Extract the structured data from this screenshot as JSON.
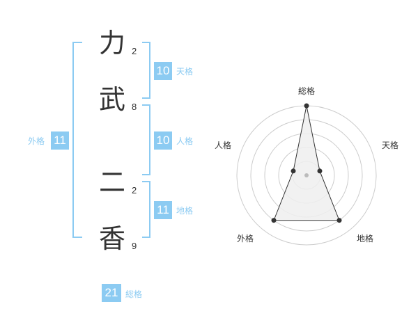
{
  "name": {
    "chars": [
      {
        "char": "力",
        "strokes": "2"
      },
      {
        "char": "武",
        "strokes": "8"
      },
      {
        "char": "二",
        "strokes": "2"
      },
      {
        "char": "香",
        "strokes": "9"
      }
    ]
  },
  "fortune": {
    "tenkaku": {
      "value": "10",
      "label": "天格"
    },
    "jinkaku": {
      "value": "10",
      "label": "人格"
    },
    "chikaku": {
      "value": "11",
      "label": "地格"
    },
    "gaikaku": {
      "value": "11",
      "label": "外格"
    },
    "soukaku": {
      "value": "21",
      "label": "総格"
    }
  },
  "colors": {
    "accent": "#8ccbf2",
    "text": "#333333"
  },
  "chart_data": {
    "type": "radar",
    "axes": [
      "総格",
      "天格",
      "地格",
      "外格",
      "人格"
    ],
    "rings": 5,
    "values": [
      5,
      1,
      4,
      4,
      1
    ],
    "max": 5
  }
}
